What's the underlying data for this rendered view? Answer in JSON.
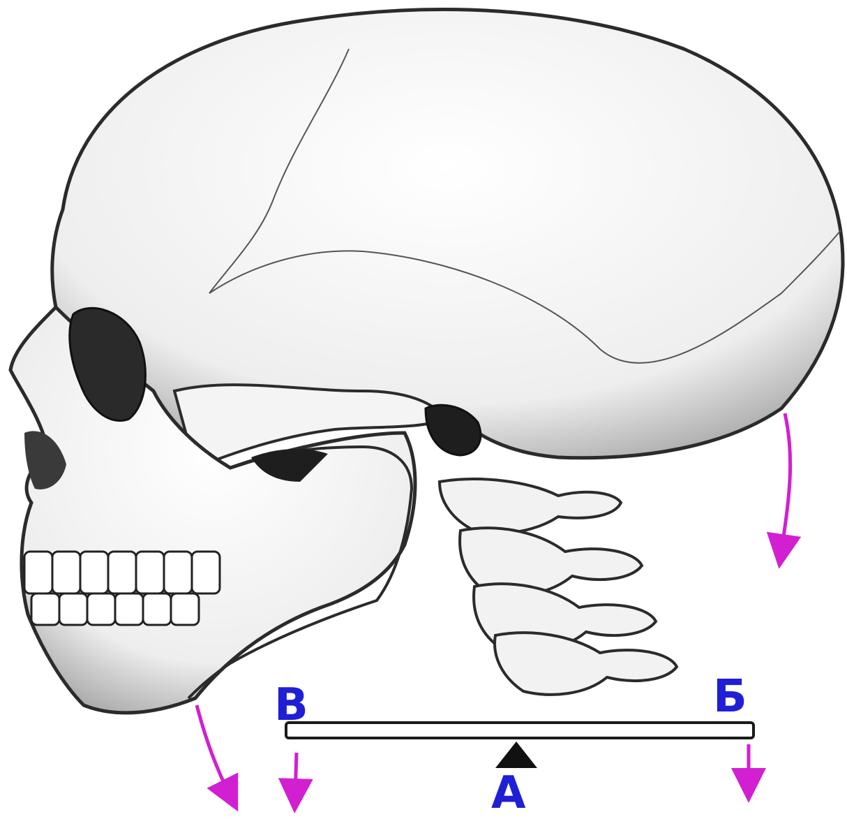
{
  "labels": {
    "front_point": "В",
    "back_point": "Б",
    "pivot": "А"
  },
  "colors": {
    "label": "#1f1fd6",
    "force_arrow": "#d21fd2",
    "bone_outline": "#2b2b2b",
    "bone_shade": "#8a8a8a",
    "background": "#ffffff"
  },
  "icons": {
    "skull": "skull-lateral-view",
    "vertebrae": "cervical-vertebrae",
    "fulcrum": "triangle-up",
    "arrow": "arrow-down"
  }
}
